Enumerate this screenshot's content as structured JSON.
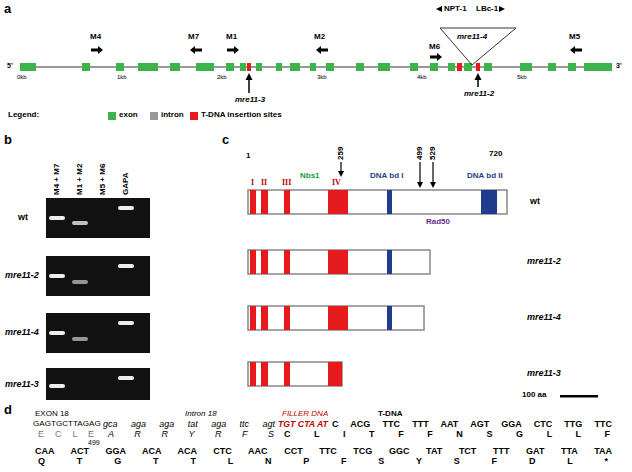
{
  "diagram": {
    "labels": [
      "a",
      "NPT-1",
      "LBc-1",
      "M4",
      "M7",
      "M1",
      "M2",
      "mre11-4",
      "M6",
      "M5",
      "5'",
      "0kb",
      "1kb",
      "2kb",
      "3kb",
      "4kb",
      "5kb",
      "3'",
      "mre11-3",
      "mre11-2",
      "Legend:",
      "b",
      "M4 + M7",
      "M1 + M2",
      "M5 + M6",
      "GAPA",
      "wt",
      "mre11-2",
      "mre11-4",
      "mre11-3",
      "c",
      "1",
      "259",
      "499",
      "529",
      "720",
      "Nbs1",
      "DNA bd I",
      "DNA bd II",
      "I",
      "II",
      "III",
      "IV",
      "Rad50",
      "wt",
      "mre11-2",
      "mre11-4",
      "mre11-3",
      "100 aa",
      "d",
      "EXON 18",
      "Intron 18",
      "FILLER DNA",
      "T-DNA",
      "GAGTGCTTAGAG",
      "gca aga aga tat aga ttc agt",
      "TGT CTA AT",
      "C ACG TTC TTT AAT AGT GGA CTC TTG TTC",
      "E C L E",
      "A R R Y R F S",
      "C L I T F F N S G L L F",
      "499",
      "CAA ACT GGA ACA ACA CTC AAC CCT TTC TCG GGC TAT TCT TTT GAT TTA TAA",
      "Q T G T T L N P F S Y S F D L *"
    ],
    "legend": [
      {
        "text": "exon",
        "color": "#3cb44b"
      },
      {
        "text": "intron",
        "color": "#999999"
      },
      {
        "text": "T-DNA insertion sites",
        "color": "#e41a1c"
      }
    ]
  }
}
